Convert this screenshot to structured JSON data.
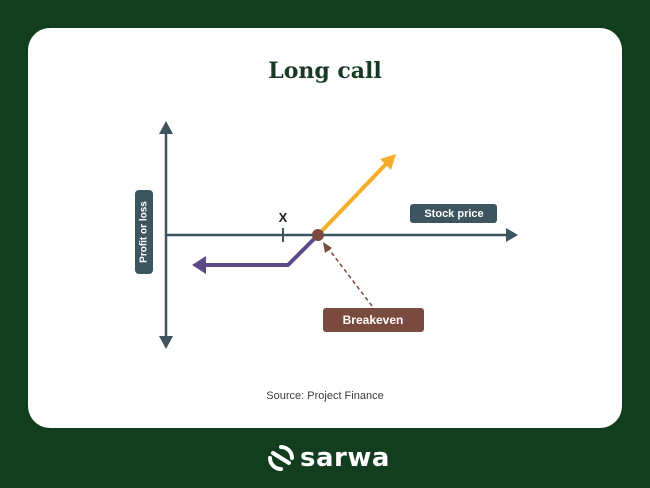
{
  "title": "Long call",
  "labels": {
    "y_axis": "Profit or loss",
    "x_axis": "Stock price",
    "strike_marker": "X",
    "breakeven": "Breakeven"
  },
  "source": "Source: Project Finance",
  "brand": {
    "name": "sarwa",
    "logo_icon": "sarwa-logo-icon"
  },
  "colors": {
    "background": "#133d1f",
    "card": "#ffffff",
    "axis": "#3d5560",
    "profit_line": "#f5ae2a",
    "loss_line": "#5b4a86",
    "breakeven": "#7a4a3e",
    "title": "#173a22"
  }
}
